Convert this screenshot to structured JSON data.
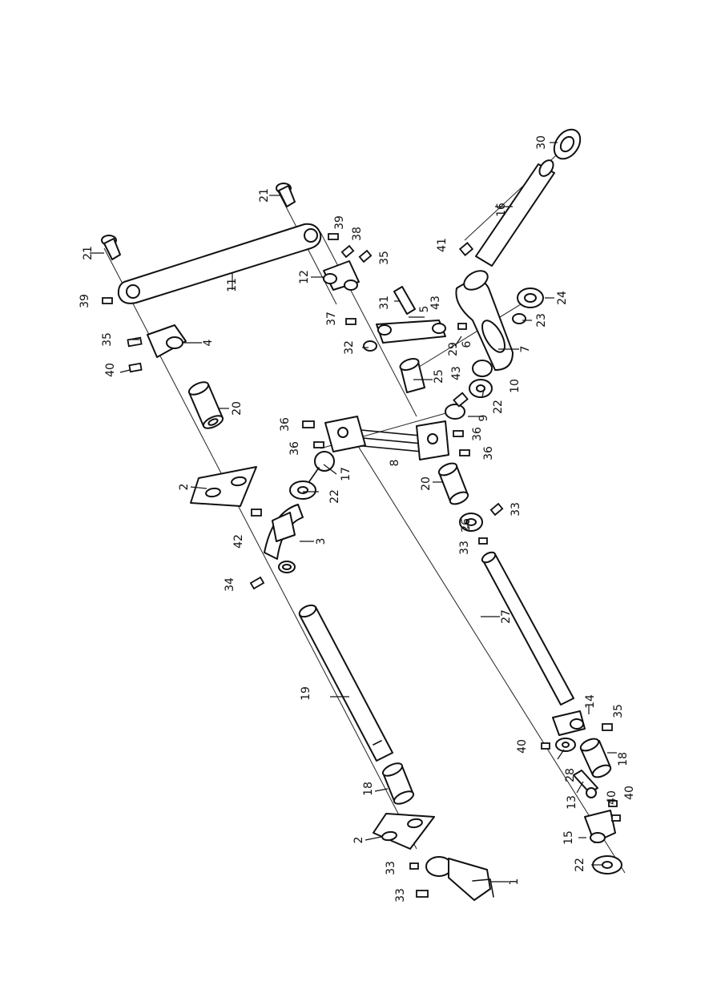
{
  "diagram": {
    "type": "exploded-parts-diagram",
    "callouts": [
      "1",
      "2",
      "2",
      "3",
      "4",
      "5",
      "6",
      "7",
      "8",
      "9",
      "10",
      "11",
      "12",
      "13",
      "14",
      "15",
      "16",
      "17",
      "18",
      "18",
      "19",
      "20",
      "20",
      "21",
      "21",
      "22",
      "22",
      "22",
      "23",
      "24",
      "25",
      "26",
      "27",
      "28",
      "29",
      "30",
      "31",
      "32",
      "33",
      "33",
      "33",
      "33",
      "34",
      "35",
      "35",
      "35",
      "36",
      "36",
      "36",
      "36",
      "37",
      "38",
      "39",
      "39",
      "40",
      "40",
      "40",
      "40",
      "41",
      "42",
      "43",
      "43"
    ]
  }
}
